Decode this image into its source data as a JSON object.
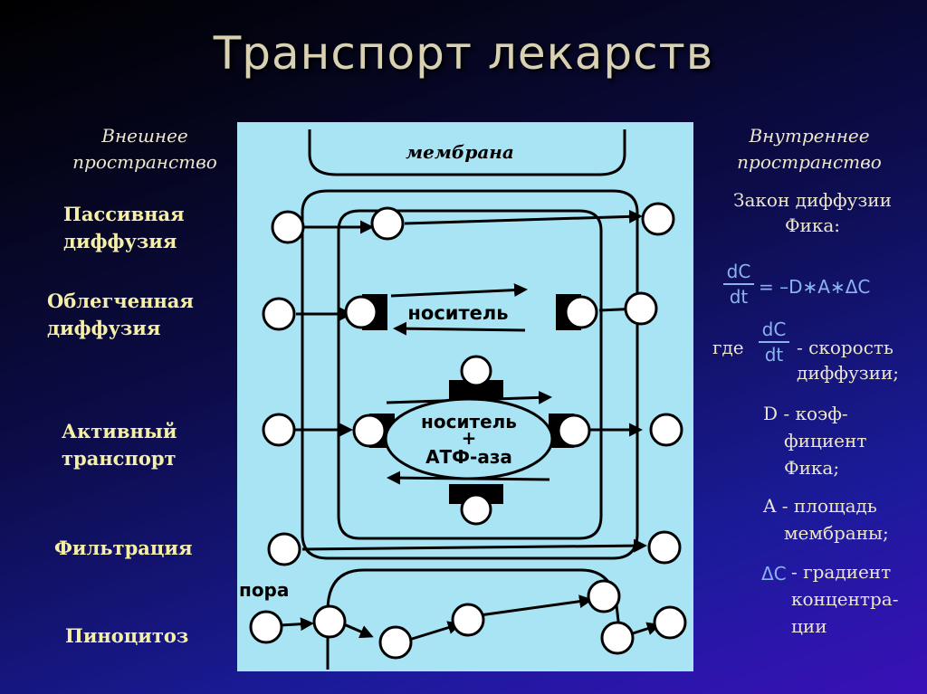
{
  "title": "Транспорт лекарств",
  "left": {
    "outer_space": "Внешнее пространство",
    "passive": "Пассивная диффузия",
    "facilitated": "Облегченная диффузия",
    "active": "Активный транспорт",
    "filtration": "Фильтрация",
    "pinocytosis": "Пиноцитоз"
  },
  "diagram": {
    "membrane": "мембрана",
    "carrier": "носитель",
    "carrier_atp_1": "носитель",
    "carrier_atp_plus": "+",
    "carrier_atp_2": "АТФ-аза",
    "pore": "пора"
  },
  "right": {
    "inner_space": "Внутреннее пространство",
    "fick_law": "Закон диффузии Фика:",
    "formula_num": "dC",
    "formula_den": "dt",
    "formula_rhs": "= –D∗A∗ΔC",
    "where": "где",
    "rate_1": "- скорость",
    "rate_2": "диффузии;",
    "d_1": "D - коэф-",
    "d_2": "фициент",
    "d_3": "Фика;",
    "a_1": "A - площадь",
    "a_2": "мембраны;",
    "dc_symbol": "ΔC",
    "grad_1": "- градиент",
    "grad_2": "концентра-",
    "grad_3": "ции"
  },
  "colors": {
    "panel": "#a8e4f4",
    "label": "#f6f0a6",
    "formula": "#8ab4ee"
  }
}
